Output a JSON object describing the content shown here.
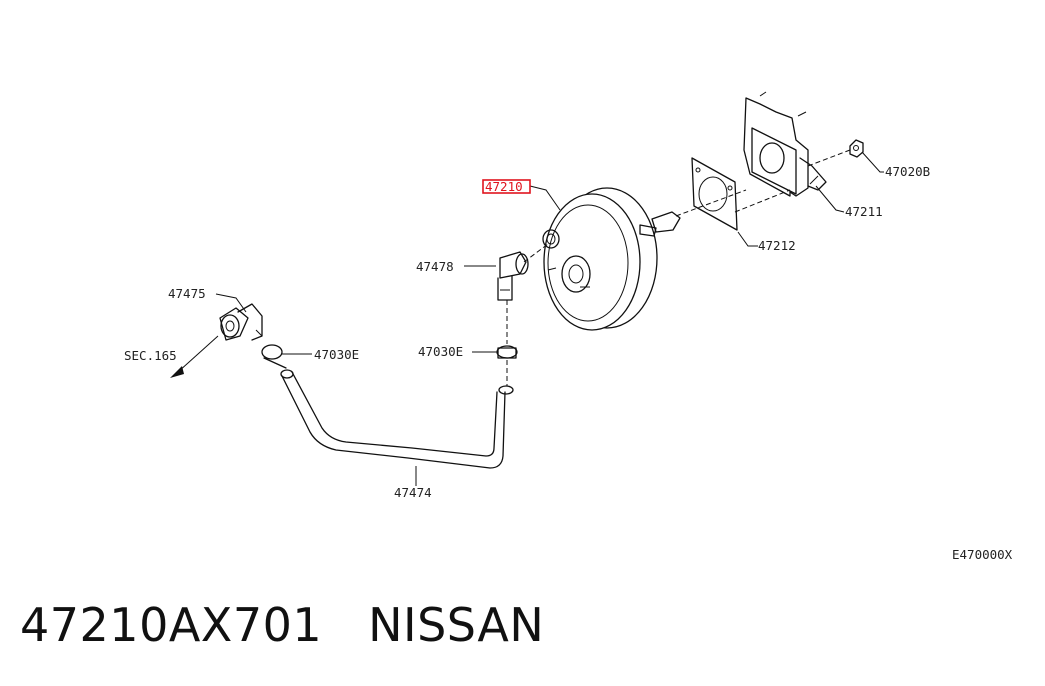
{
  "diagram": {
    "callouts": {
      "booster": "47210",
      "gasket": "47212",
      "bracket": "47211",
      "nut": "47020B",
      "check_valve": "47478",
      "clip_upper": "47030E",
      "clip_lower": "47030E",
      "connector": "47475",
      "hose": "47474",
      "section_ref": "SEC.165"
    },
    "figure_code": "E470000X"
  },
  "caption": {
    "part_number": "47210AX701",
    "brand": "NISSAN"
  },
  "colors": {
    "highlight": "#e0141e",
    "line": "#111111"
  }
}
